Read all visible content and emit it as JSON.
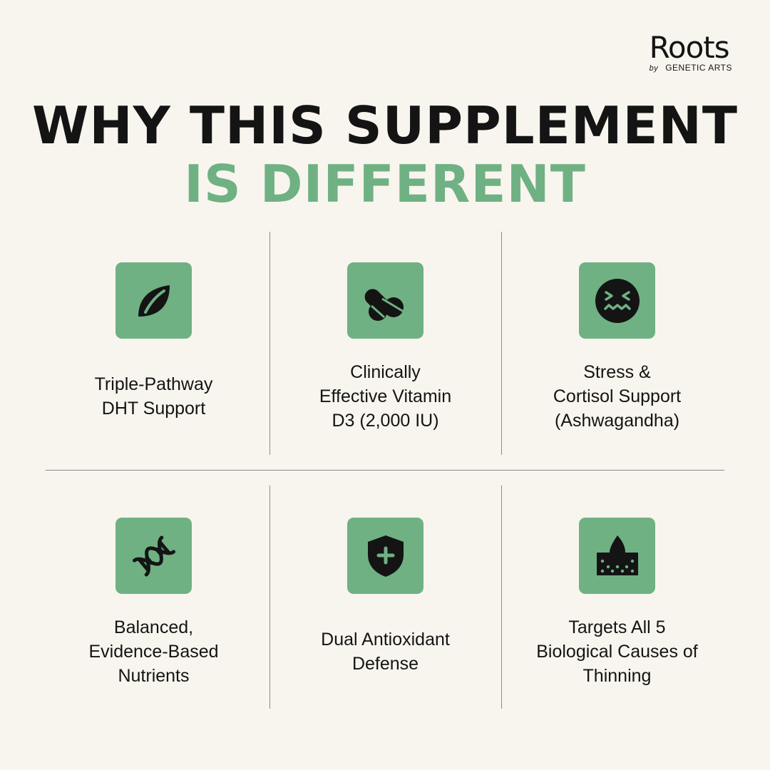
{
  "brand": {
    "name": "Roots",
    "by": "by",
    "company": "GENETIC ARTS"
  },
  "headline": {
    "line1": "WHY THIS SUPPLEMENT",
    "line2": "IS DIFFERENT"
  },
  "colors": {
    "background": "#f8f5ee",
    "accent": "#6fb183",
    "text": "#141414"
  },
  "features": [
    {
      "icon": "leaf-icon",
      "label": "Triple-Pathway\nDHT Support"
    },
    {
      "icon": "pills-icon",
      "label": "Clinically\nEffective Vitamin\nD3 (2,000 IU)"
    },
    {
      "icon": "stressed-face-icon",
      "label": "Stress &\nCortisol Support\n(Ashwagandha)"
    },
    {
      "icon": "dna-icon",
      "label": "Balanced,\nEvidence-Based\nNutrients"
    },
    {
      "icon": "shield-plus-icon",
      "label": "Dual Antioxidant\nDefense"
    },
    {
      "icon": "scalp-drop-icon",
      "label": "Targets All 5\nBiological Causes of\nThinning"
    }
  ]
}
